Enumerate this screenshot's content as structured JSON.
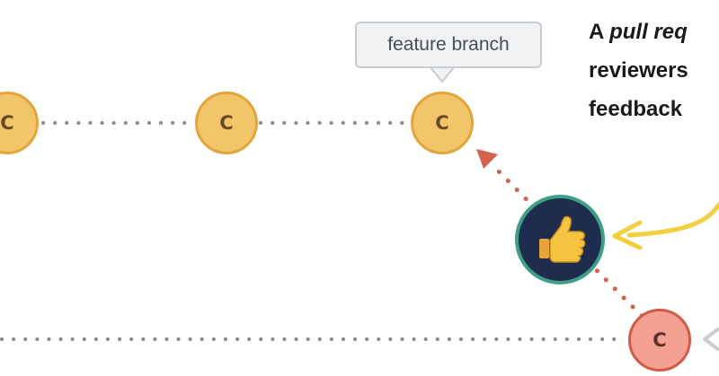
{
  "diagram": {
    "label_box": "feature branch",
    "nodes": {
      "feature": [
        "C",
        "C",
        "C"
      ],
      "main": [
        "C"
      ]
    },
    "approval_icon": "thumbs-up-icon",
    "caption": {
      "line1_prefix": "A ",
      "line1_emph": "pull req",
      "line2": "reviewers",
      "line3": "feedback"
    }
  },
  "colors": {
    "feature_fill": "#f2c56b",
    "feature_stroke": "#e3a53b",
    "main_fill": "#f4a093",
    "main_stroke": "#d45a48",
    "arrow": "#d4634e",
    "approval_bg": "#1e2d4d",
    "approval_ring": "#3e9e86",
    "callout_arrow": "#f2cf3e"
  }
}
